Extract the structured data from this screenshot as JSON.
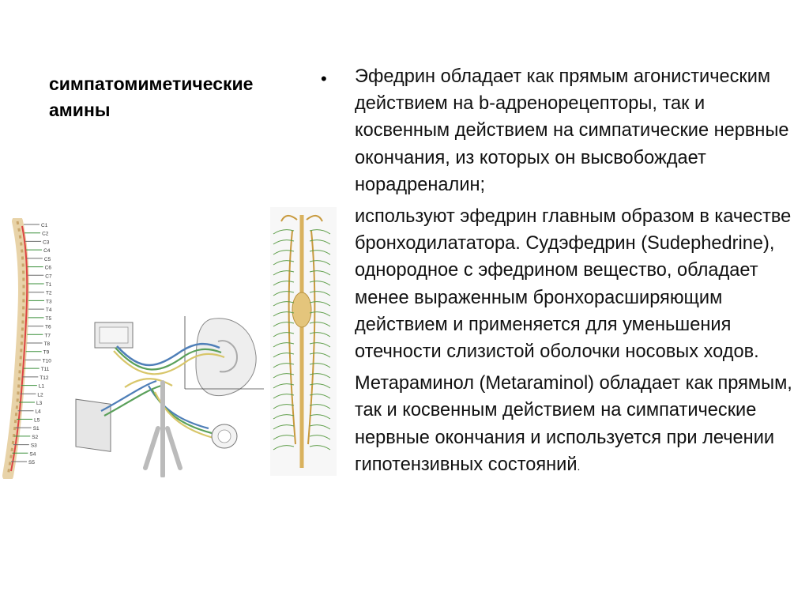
{
  "slide": {
    "title": "симпатомиметические амины",
    "paragraphs": [
      "Эфедрин обладает как прямым агонистическим действием на b-адренорецепторы, так и косвенным действием на симпатические нервные окончания, из которых он высвобождает норадреналин;",
      "используют эфедрин главным образом в качестве бронходилататора. Судэфедрин (Sudephedrine), однородное с эфедрином вещество, обладает менее выраженным бронхорасширяющим действием и применяется для уменьшения отечности слизистой оболочки носовых ходов.",
      "Метараминол (Metaraminol) обладает как прямым, так и косвенным действием на симпатические нервные окончания и используется при лечении гипотензивных состояний"
    ],
    "final_punct": "."
  },
  "figures": {
    "spine_labels": [
      "C1",
      "C2",
      "C3",
      "C4",
      "C5",
      "C6",
      "C7",
      "T1",
      "T2",
      "T3",
      "T4",
      "T5",
      "T6",
      "T7",
      "T8",
      "T9",
      "T10",
      "T11",
      "T12",
      "L1",
      "L2",
      "L3",
      "L4",
      "L5",
      "S1",
      "S2",
      "S3",
      "S4",
      "S5"
    ]
  }
}
